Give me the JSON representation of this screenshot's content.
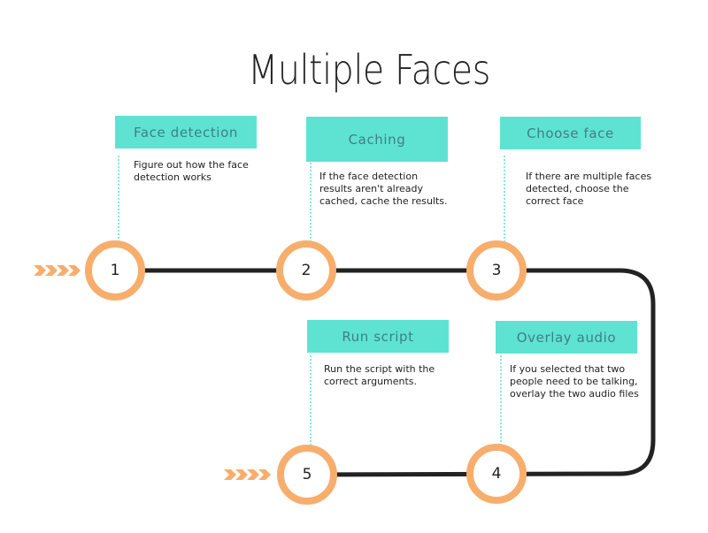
{
  "title": "Multiple Faces",
  "colors": {
    "box": "#5ee3d3",
    "box_text": "#3f7f85",
    "node_ring": "#f7ae6d",
    "line": "#222222",
    "connector": "#5ee3d3"
  },
  "steps": [
    {
      "number": "1",
      "label": "Face detection",
      "description": "Figure out how the face detection works"
    },
    {
      "number": "2",
      "label": "Caching",
      "description": "If the face detection results aren't already cached, cache the results."
    },
    {
      "number": "3",
      "label": "Choose face",
      "description": "If there are multiple faces detected, choose the correct face"
    },
    {
      "number": "4",
      "label": "Overlay audio",
      "description": "If you selected that two people need to be talking, overlay the two audio files"
    },
    {
      "number": "5",
      "label": "Run script",
      "description": "Run the script with the correct arguments."
    }
  ]
}
